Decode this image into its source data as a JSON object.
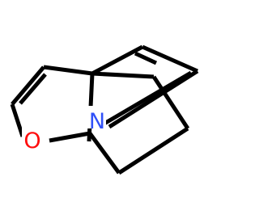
{
  "molecule": {
    "atoms": [
      {
        "id": "O1",
        "symbol": "O",
        "color": "#ff0d0d"
      },
      {
        "id": "N1",
        "symbol": "N",
        "color": "#3050f8"
      }
    ]
  }
}
